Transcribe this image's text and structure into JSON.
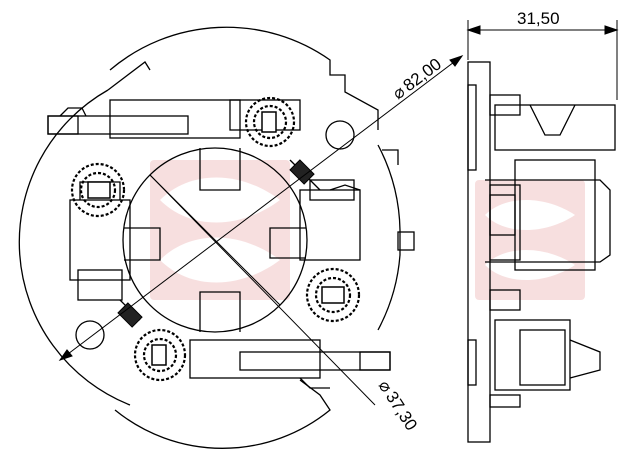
{
  "dimensions": {
    "outer_diameter": "82,00",
    "inner_diameter": "37,30",
    "overall_width": "31,50",
    "diameter_symbol": "⌀"
  },
  "colors": {
    "line": "#000000",
    "watermark": "#f2c6c6",
    "background": "#ffffff"
  },
  "icons": {
    "watermark": "logo-watermark-icon",
    "spring": "coil-spring-icon"
  }
}
